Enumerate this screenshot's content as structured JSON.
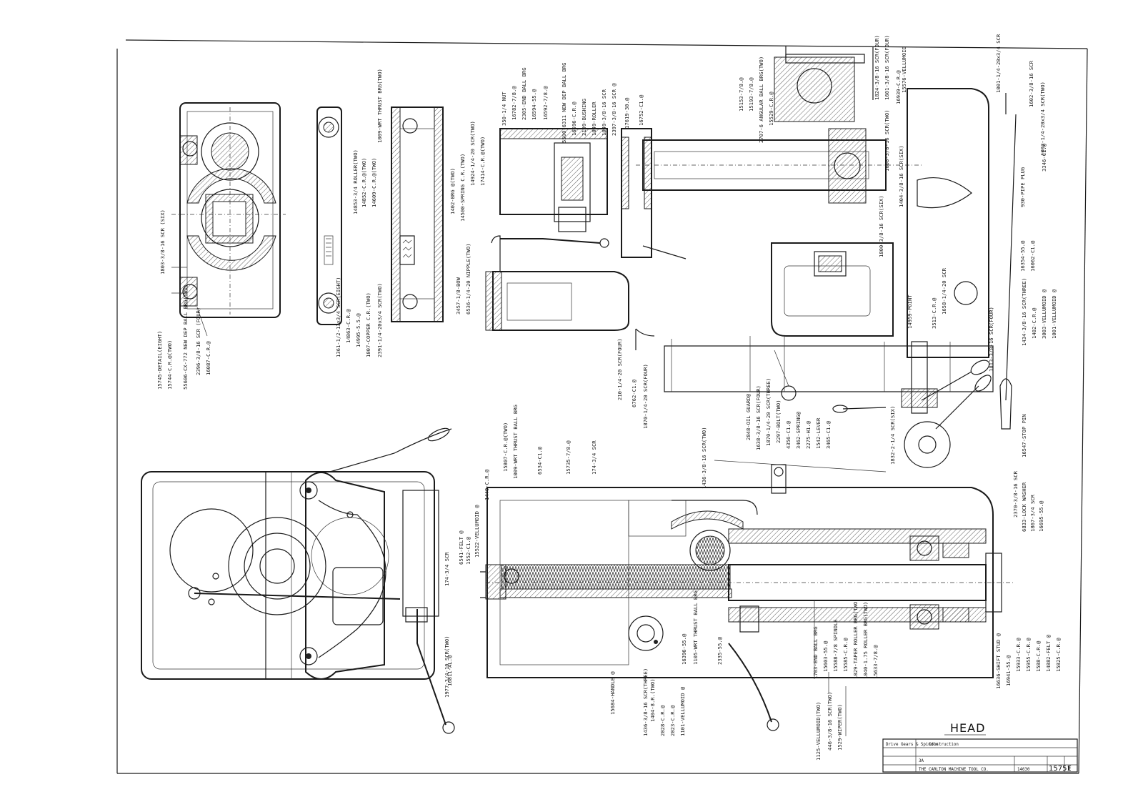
{
  "drawing": {
    "title": "HEAD",
    "company": "THE CARLTON MACHINE TOOL CO.",
    "drawing_number": "15751",
    "revision": "F",
    "title_block": {
      "line1": "Drive Gears & Spindle",
      "line2": "Construction",
      "sheet": "3A",
      "ref": "14630"
    }
  },
  "labels": {
    "top_left_view": [
      "15745-DETAIL(EIGHT)",
      "15744-C.R.@(TWO)",
      "55606-CX-772 NEW DEP BALL BRG(TWO)",
      "2396-3/8-16 SCR (FOUR)",
      "16087-C.R.@",
      "1803-3/8-16 SCR (SIX)"
    ],
    "top_middle_view": [
      "1361-1/2-13x3/4 SCR(EIGHT)",
      "14863-C.R.@",
      "14995-5.5.@",
      "1007-COPPER C.R.(TWO)",
      "2391-1/4-20x3/4 SCR(TWO)",
      "14853-3/4 ROLLER(TWO)",
      "14852-C.R.@(TWO)",
      "14609-C.R.@(TWO)",
      "1009-WRT THRUST BRG(TWO)",
      "1402-BRG @(TWO)",
      "14500-SPRING C.R.(TWO)",
      "14924-1/4-20 SCR(TWO)",
      "17414-C.R.@(TWO)"
    ],
    "top_right_view": [
      "350-1/4 NUT",
      "16782-7/8.@",
      "2305-END BALL BRG",
      "16594-55.@",
      "16592-7/8.@",
      "5500-6311 NEW DEP BALL BRG",
      "16596-C.R.@",
      "2199-BUSHING",
      "1049-ROLLER",
      "1049-3/8-16 SCR",
      "2397-3/8-16 SCR @",
      "17619-30.@",
      "16752-C1.@",
      "15153-7/8.@",
      "15193-7/8.@",
      "2707-6 ANGULAR BALL BRG(TWO)",
      "15529-C.R.@",
      "1824-3/8-16 SCR(FOUR)",
      "1601-3/8-16 SCR(FOUR)",
      "1608-3/8-16 SCR(TWO)",
      "1404-3/8-16 SCR(SIX)",
      "1800-3/8-16 SCR(SIX)",
      "16939-C.R.@",
      "15576-VELLUMOID",
      "1001-1/4-20x3/4 SCR",
      "930-PIPE PLUG",
      "3346-C1.@",
      "1002-1/4-20x3/4 SCR(TWO)",
      "1602-3/8-16 SCR",
      "16354-55.@",
      "16062-C1.@",
      "1434-3/8-16 SCR(THREE)",
      "1402-C.R.@",
      "3003-VELLUMOID @",
      "1001-VELLUMOID @",
      "1813-3/8-16 SCR(FOUR)",
      "16547-STOP PIN",
      "3513-C.R.@",
      "1658-1/4-20 SCR",
      "14959-POINT",
      "3457-1/8-BOW",
      "6536-1/4-20 NIPPLE(TWO)",
      "210-1/4-20 SCR(FOUR)",
      "6762-C1.@",
      "1870-1/4-20 SCR(FOUR)"
    ],
    "middle_labels": [
      "1436-3/8-16 SCR(TWO)",
      "2848-OIL GUARD@",
      "1638-3/8-16 SCR(FOUR)",
      "1870-1/4-20 SCR(THREE)",
      "2297-BOLT(TWO)",
      "4356-C1.@",
      "3462-SPRING@",
      "2275-H1.@",
      "1542-LEVER",
      "3465-C1.@",
      "1832-2-1/4 SCR(SIX)"
    ],
    "bottom_view": [
      "15807-C.R.@(TWO)",
      "1009-WRT THRUST BALL BRG",
      "6534-C1.@",
      "15735-7/8.@",
      "174-3/4 SCR",
      "1449-C.R.@",
      "6541-FELT @",
      "1552-C1.@",
      "15522-VELLUMOID @",
      "174-3/4 SCR",
      "1977-3/4-10 SCR(TWO)",
      "16811-AL.@",
      "15684-HANDLE @",
      "1436-3/8-16 SCR(THREE)",
      "1404-8.R.(TWO)",
      "2028-C.R.@",
      "2023-C.R.@",
      "1101-VELLUMOID @",
      "16396-55.@",
      "1105-WRT THRUST BALL BRG",
      "2335-55.@",
      "1703-END BALL BRG",
      "15603-55.@",
      "15588-7/8 SPINDLE",
      "15585-C.R.@",
      "1029-TAPER ROLLER BRG(TWO)",
      "1040-1.75 ROLLER BRG(TWO)",
      "15633-7/8.@",
      "1125-VELLUMOID(TWO)",
      "446-3/8-16 SCR(TWO)",
      "1529-WIPER(TWO)",
      "2370-3/8-16 SCR",
      "6833-LOCK WASHER",
      "1867-3/4 SCR",
      "16695-55.@",
      "16636-SHIFT STUD @",
      "16941-55.@",
      "15933-C.R.@",
      "15955-C.R.@",
      "1588-C.R.@",
      "14882-FELT @",
      "15825-C.R.@"
    ]
  }
}
